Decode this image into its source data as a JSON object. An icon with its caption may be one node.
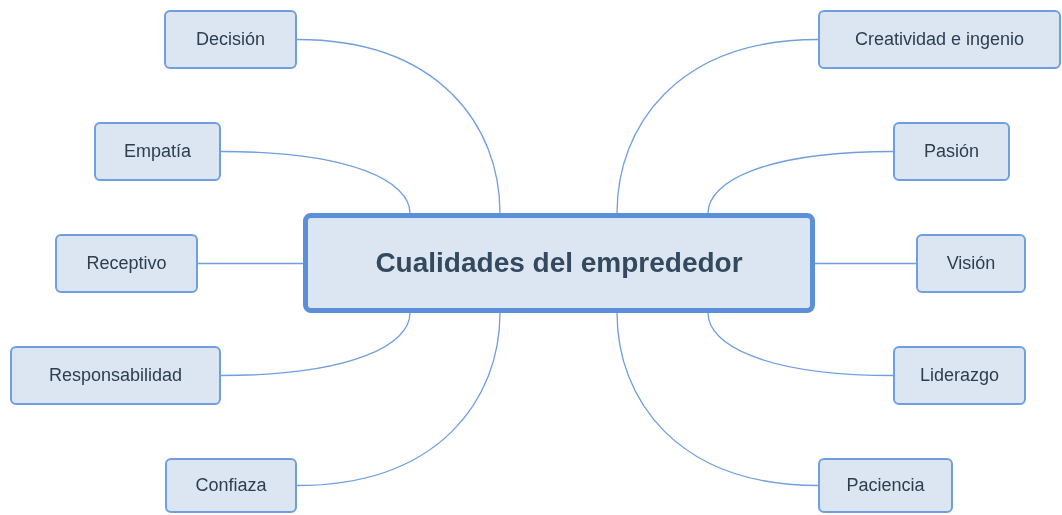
{
  "diagram": {
    "nodes": [
      {
        "text": [
          "Cualidades del emprededor"
        ]
      },
      {
        "text": [
          "Decisión"
        ]
      },
      {
        "text": [
          "Empatía"
        ]
      },
      {
        "text": [
          "Receptivo"
        ]
      },
      {
        "text": [
          "Responsabilidad"
        ]
      },
      {
        "text": [
          "Confiaza"
        ]
      },
      {
        "text": [
          "Creatividad e ingenio"
        ]
      },
      {
        "text": [
          "Pasión"
        ]
      },
      {
        "text": [
          "Visión"
        ]
      },
      {
        "text": [
          "Liderazgo"
        ]
      },
      {
        "text": [
          "Paciencia"
        ]
      }
    ],
    "edges": [
      {
        "from": 0,
        "to": 1,
        "arrow": "none"
      },
      {
        "from": 0,
        "to": 2,
        "arrow": "none"
      },
      {
        "from": 0,
        "to": 3,
        "arrow": "none"
      },
      {
        "from": 0,
        "to": 4,
        "arrow": "none"
      },
      {
        "from": 0,
        "to": 5,
        "arrow": "none"
      },
      {
        "from": 0,
        "to": 6,
        "arrow": "none"
      },
      {
        "from": 0,
        "to": 7,
        "arrow": "none"
      },
      {
        "from": 0,
        "to": 8,
        "arrow": "none"
      },
      {
        "from": 0,
        "to": 9,
        "arrow": "none"
      },
      {
        "from": 0,
        "to": 10,
        "arrow": "none"
      }
    ]
  }
}
